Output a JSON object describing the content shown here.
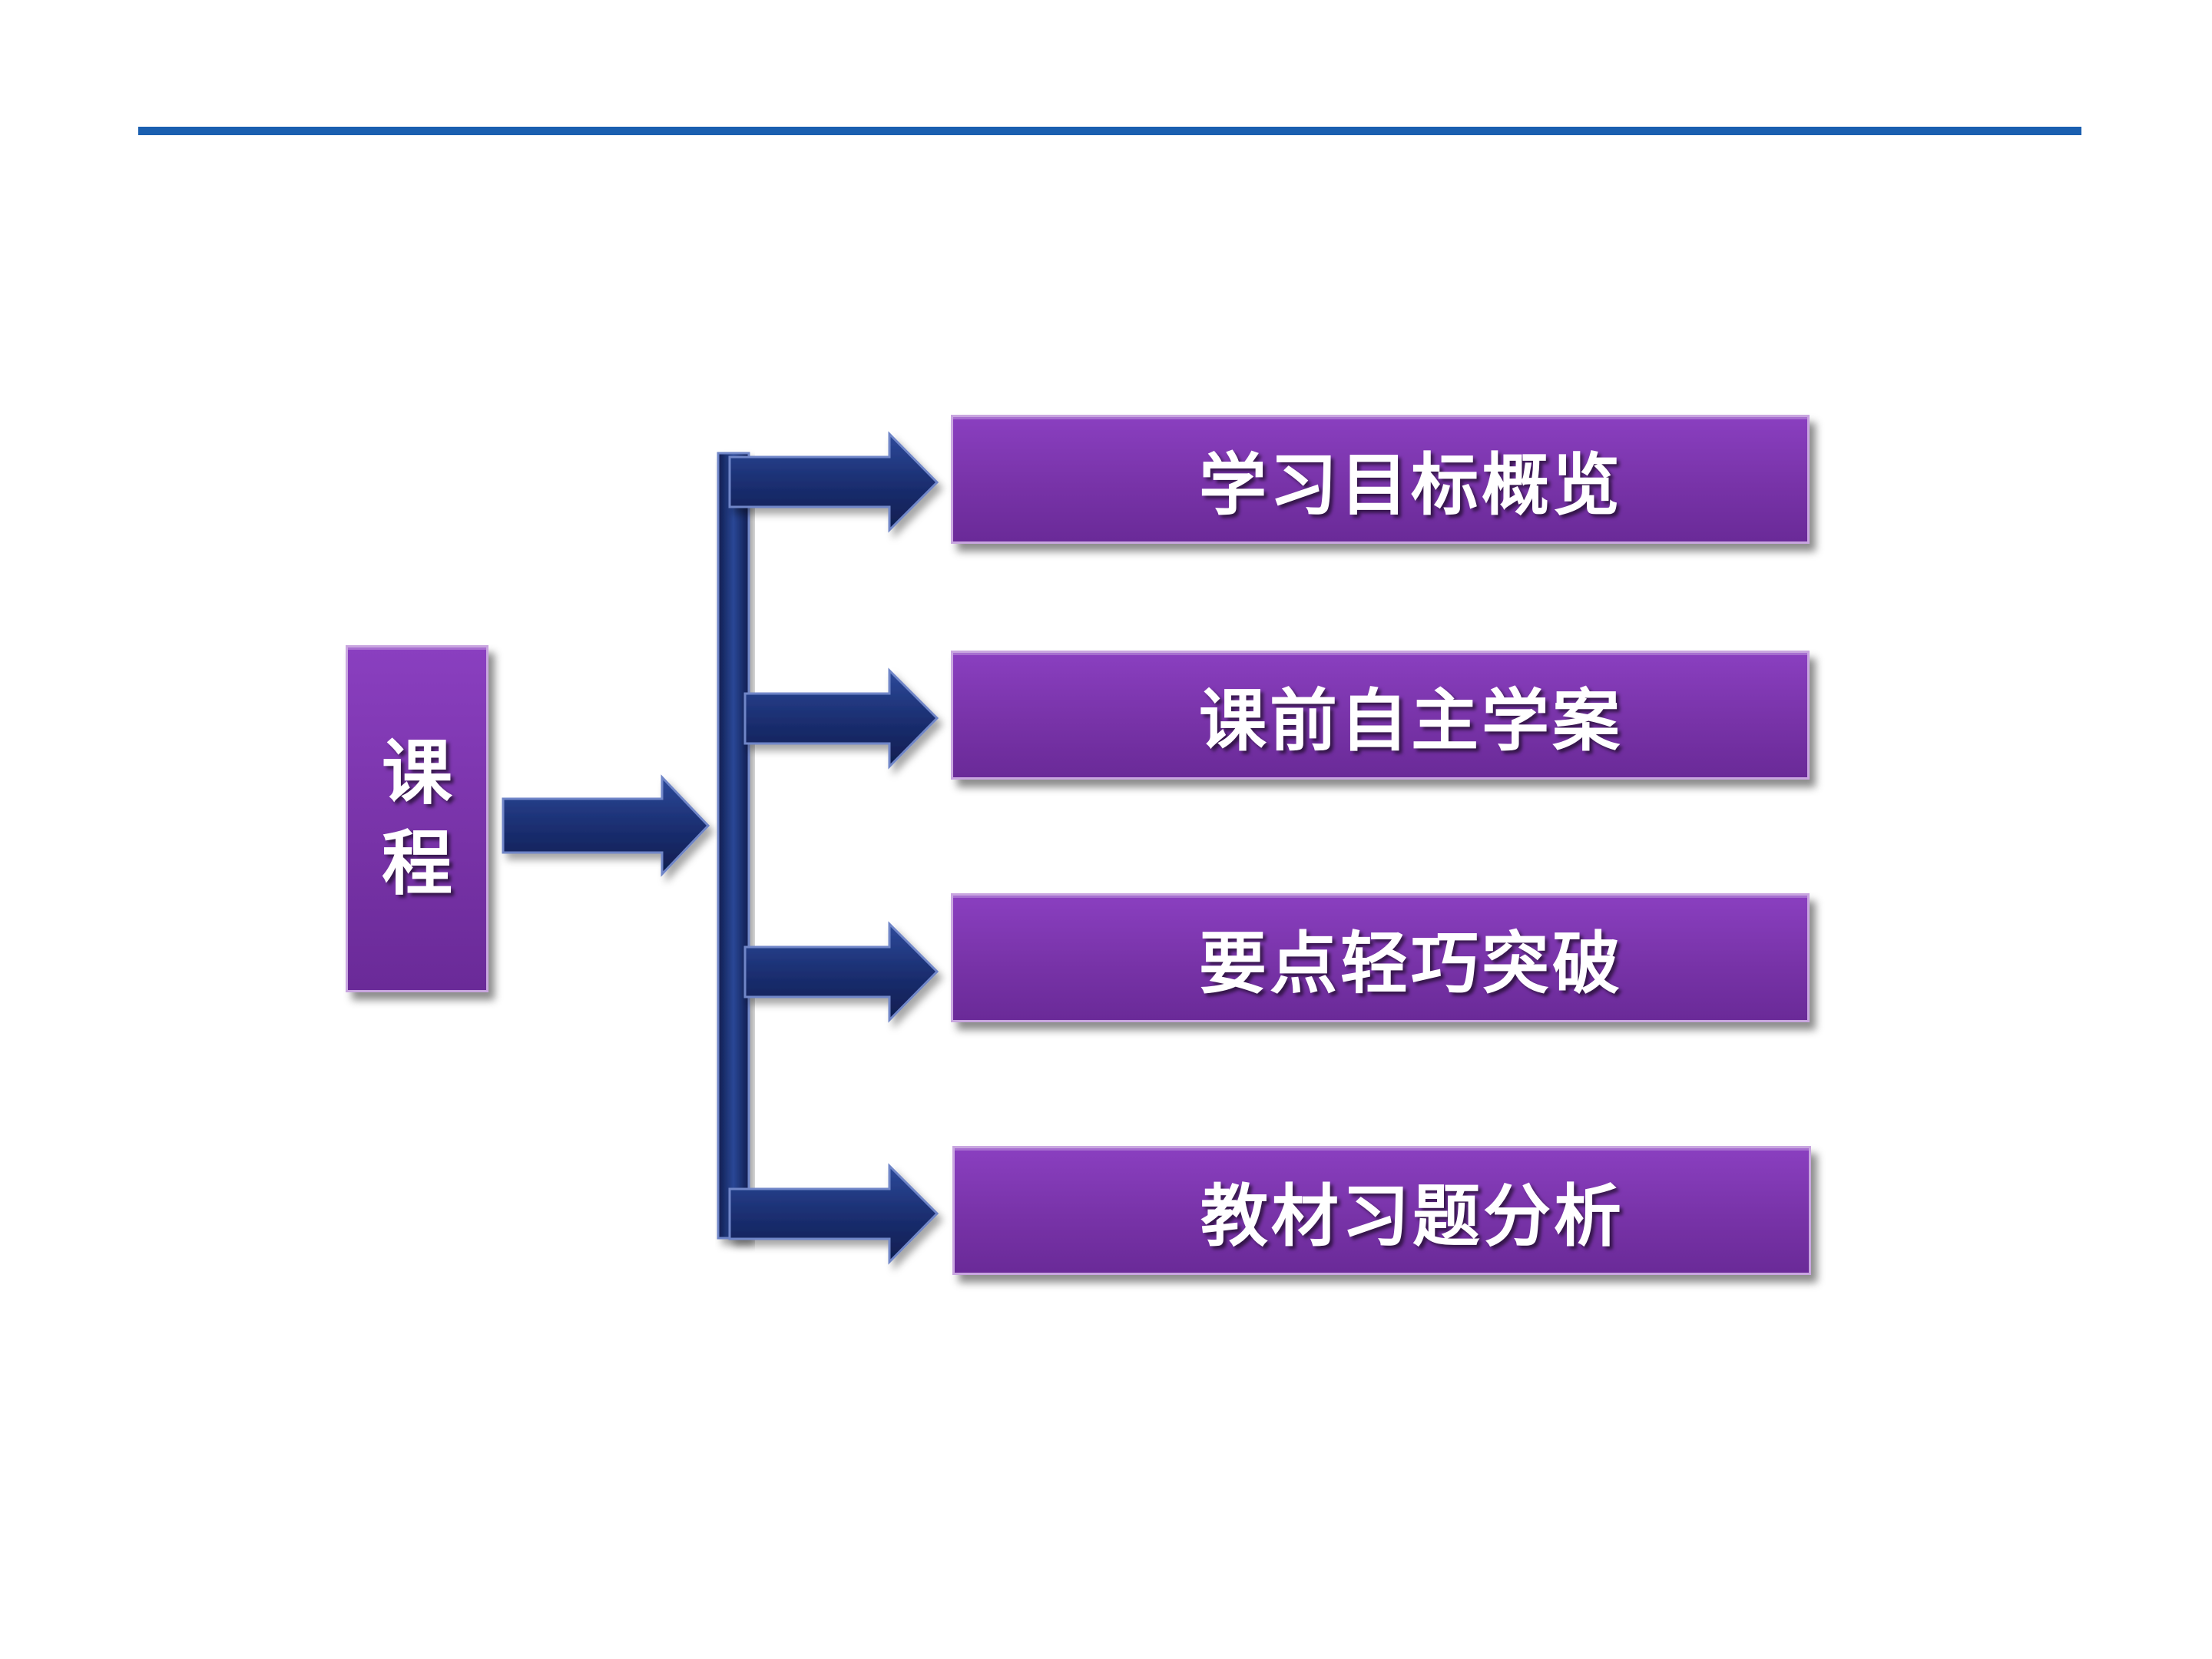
{
  "slide": {
    "course_label": "课程",
    "items": [
      {
        "label": "学习目标概览"
      },
      {
        "label": "课前自主学案"
      },
      {
        "label": "要点轻巧突破"
      },
      {
        "label": "教材习题分析"
      }
    ]
  },
  "colors": {
    "header_rule": "#1a5fb0",
    "box_fill": "#7833a8",
    "arrow_fill": "#1b2f72",
    "text": "#ffffff"
  }
}
